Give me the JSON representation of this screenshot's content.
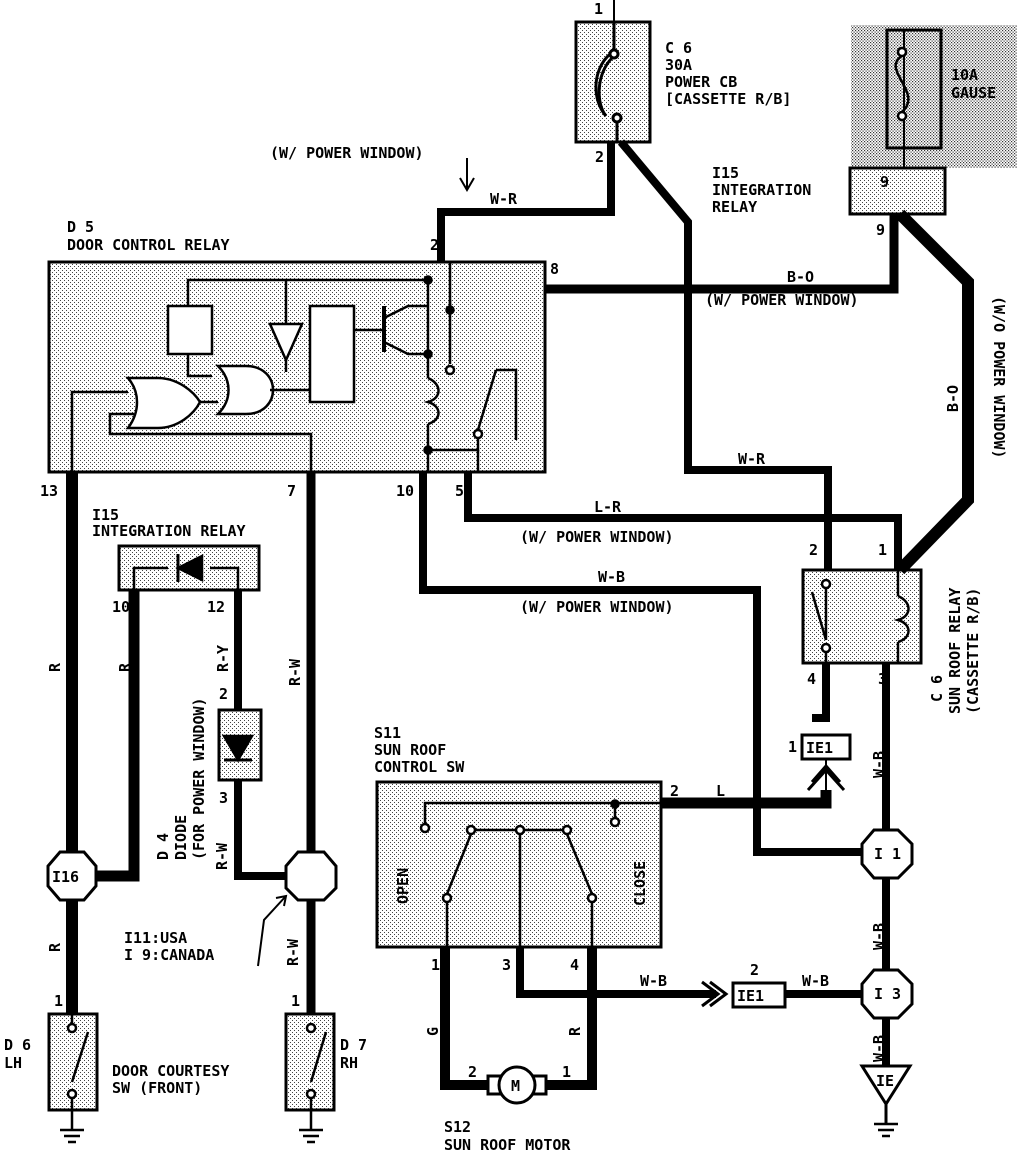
{
  "components": {
    "c6_cb": {
      "id": "C 6",
      "rating": "30A",
      "name": "POWER CB",
      "loc": "[CASSETTE R/B]"
    },
    "fuse": {
      "rating": "10A",
      "name": "GAUSE"
    },
    "i15_top": {
      "id": "I15",
      "name1": "INTEGRATION",
      "name2": "RELAY",
      "pin_a": "9",
      "pin_b": "9"
    },
    "d5": {
      "id": "D 5",
      "name": "DOOR CONTROL RELAY"
    },
    "i15_left": {
      "id": "I15",
      "name": "INTEGRATION RELAY"
    },
    "d4": {
      "id": "D 4",
      "name1": "DIODE",
      "name2": "(FOR POWER WINDOW)"
    },
    "i16": {
      "id": "I16"
    },
    "junction_note": {
      "line1": "I11:USA",
      "line2": "I 9:CANADA"
    },
    "d6": {
      "id": "D 6",
      "side": "LH"
    },
    "d7": {
      "id": "D 7",
      "side": "RH"
    },
    "door_sw": {
      "name1": "DOOR COURTESY",
      "name2": "SW (FRONT)"
    },
    "s11": {
      "id": "S11",
      "name1": "SUN ROOF",
      "name2": "CONTROL SW",
      "open": "OPEN",
      "close": "CLOSE"
    },
    "s12": {
      "id": "S12",
      "name": "SUN ROOF MOTOR",
      "motor": "M"
    },
    "c6_relay": {
      "id": "C 6",
      "name": "SUN ROOF RELAY",
      "loc": "(CASSETTE R/B)"
    },
    "ie1_a": {
      "id": "IE1",
      "pin": "1"
    },
    "ie1_b": {
      "id": "IE1",
      "pin": "2"
    },
    "i1": {
      "id": "I 1"
    },
    "i3": {
      "id": "I 3"
    },
    "ie": {
      "id": "IE"
    }
  },
  "pins": {
    "cb_1": "1",
    "cb_2": "2",
    "d5_2": "2",
    "d5_8": "8",
    "d5_13": "13",
    "d5_7": "7",
    "d5_10": "10",
    "d5_5": "5",
    "i15_10": "10",
    "i15_12": "12",
    "d4_2": "2",
    "d4_3": "3",
    "d6_1": "1",
    "d7_1": "1",
    "rel_2": "2",
    "rel_1": "1",
    "rel_4": "4",
    "rel_3": "3",
    "s11_2": "2",
    "s11_1": "1",
    "s11_3": "3",
    "s11_4": "4",
    "m_2": "2",
    "m_1": "1"
  },
  "wires": {
    "w_r_top": "W-R",
    "w_r_mid": "W-R",
    "b_o_h": "B-O",
    "b_o_v": "B-O",
    "l_r": "L-R",
    "w_b_top": "W-B",
    "r_13": "R",
    "r_10": "R",
    "r_y": "R-Y",
    "r_w_7": "R-W",
    "r_w_d4": "R-W",
    "r_i16": "R",
    "r_w_low": "R-W",
    "l_s11": "L",
    "w_b_rel": "W-B",
    "w_b_i1": "W-B",
    "w_b_ie": "W-B",
    "w_b_s11": "W-B",
    "w_b_ie1": "W-B",
    "g_m": "G",
    "r_m": "R"
  },
  "notes": {
    "pw_top": "(W/ POWER WINDOW)",
    "pw_bo": "(W/ POWER WINDOW)",
    "pw_lr": "(W/ POWER WINDOW)",
    "pw_wb": "(W/ POWER WINDOW)",
    "wo_pw": "(W/O POWER WINDOW)"
  }
}
